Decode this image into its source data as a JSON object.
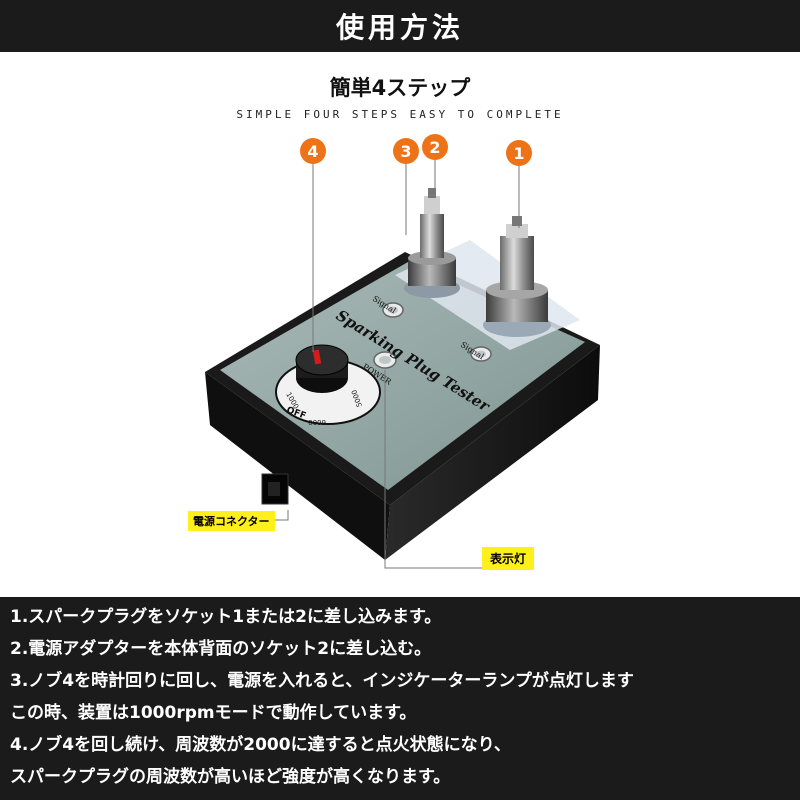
{
  "header": {
    "title": "使用方法"
  },
  "intro": {
    "title_jp": "簡単4ステップ",
    "title_en": "SIMPLE FOUR STEPS EASY TO COMPLETE"
  },
  "callouts": {
    "one": "1",
    "two": "2",
    "three": "3",
    "four": "4"
  },
  "labels": {
    "power_connector": "電源コネクター",
    "indicator_light": "表示灯"
  },
  "device": {
    "title_text": "Sparking Plug Tester",
    "signal_left": "Signal",
    "signal_right": "Signal",
    "power": "POWER",
    "dial_off": "OFF",
    "dial_1000": "1000",
    "dial_6000": "6000",
    "dial_5000": "5000"
  },
  "instructions": {
    "line1": "1.スパークプラグをソケット1または2に差し込みます。",
    "line2": "2.電源アダプターを本体背面のソケット2に差し込む。",
    "line3": "3.ノブ4を時計回りに回し、電源を入れると、インジケーターランプが点灯します",
    "line4": "この時、装置は1000rpmモードで動作しています。",
    "line5": "4.ノブ4を回し続け、周波数が2000に達すると点火状態になり、",
    "line6": "スパークプラグの周波数が高いほど強度が高くなります。"
  },
  "colors": {
    "header_bg": "#1b1b1b",
    "callout": "#ee7318",
    "label_bg": "#ffef1a",
    "panel": "#93a6a3",
    "housing": "#151515"
  }
}
